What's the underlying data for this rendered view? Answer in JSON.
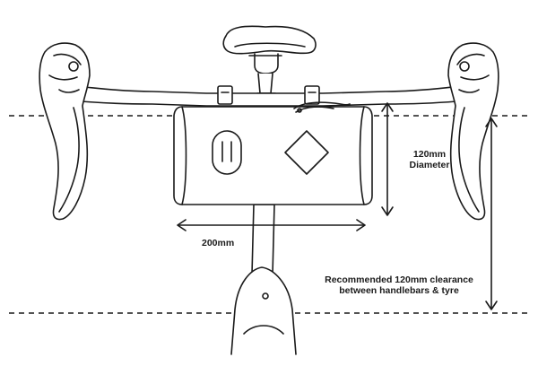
{
  "diagram": {
    "colors": {
      "line": "#1a1a1a",
      "background": "#ffffff"
    },
    "bag": {
      "icons": [
        "handle-slot-icon",
        "diamond-logo-icon"
      ]
    },
    "dimensions": {
      "width_label": "200mm",
      "diameter_label_line1": "120mm",
      "diameter_label_line2": "Diameter",
      "clearance_label_line1": "Recommended 120mm clearance",
      "clearance_label_line2": "between handlebars & tyre"
    }
  }
}
